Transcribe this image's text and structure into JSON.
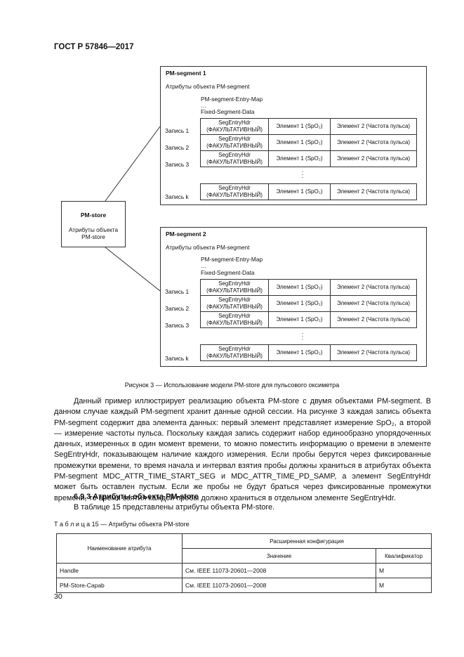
{
  "header": {
    "doc_id": "ГОСТ Р 57846—2017"
  },
  "figure": {
    "pm_store": {
      "title": "PM-store",
      "attrs_line1": "Атрибуты объекта",
      "attrs_line2": "PM-store"
    },
    "segments": [
      {
        "title": "PM-segment 1",
        "attrs_label": "Атрибуты объекта PM-segment",
        "entry_map": "PM-segment-Entry-Map",
        "ellipsis": "…",
        "fixed_data": "Fixed-Segment-Data",
        "rows": [
          {
            "label": "Запись 1",
            "hdr1": "SegEntryHdr",
            "hdr2": "(ФАКУЛЬТАТИВНЫЙ)",
            "el1": "Элемент 1 (SpO₂)",
            "el2": "Элемент 2 (Частота пульса)"
          },
          {
            "label": "Запись 2",
            "hdr1": "SegEntryHdr",
            "hdr2": "(ФАКУЛЬТАТИВНЫЙ)",
            "el1": "Элемент 1 (SpO₂)",
            "el2": "Элемент 2 (Частота пульса)"
          },
          {
            "label": "Запись 3",
            "hdr1": "SegEntryHdr",
            "hdr2": "(ФАКУЛЬТАТИВНЫЙ)",
            "el1": "Элемент 1 (SpO₂)",
            "el2": "Элемент 2 (Частота пульса)"
          },
          {
            "label": "Запись k",
            "hdr1": "SegEntryHdr",
            "hdr2": "(ФАКУЛЬТАТИВНЫЙ)",
            "el1": "Элемент 1 (SpO₂)",
            "el2": "Элемент 2 (Частота пульса)"
          }
        ]
      },
      {
        "title": "PM-segment 2",
        "attrs_label": "Атрибуты объекта PM-segment",
        "entry_map": "PM-segment-Entry-Map",
        "ellipsis": "…",
        "fixed_data": "Fixed-Segment-Data",
        "rows": [
          {
            "label": "Запись 1",
            "hdr1": "SegEntryHdr",
            "hdr2": "(ФАКУЛЬТАТИВНЫЙ)",
            "el1": "Элемент 1 (SpO₂)",
            "el2": "Элемент 2 (Частота пульса)"
          },
          {
            "label": "Запись 2",
            "hdr1": "SegEntryHdr",
            "hdr2": "(ФАКУЛЬТАТИВНЫЙ)",
            "el1": "Элемент 1 (SpO₂)",
            "el2": "Элемент 2 (Частота пульса)"
          },
          {
            "label": "Запись 3",
            "hdr1": "SegEntryHdr",
            "hdr2": "(ФАКУЛЬТАТИВНЫЙ)",
            "el1": "Элемент 1 (SpO₂)",
            "el2": "Элемент 2 (Частота пульса)"
          },
          {
            "label": "Запись k",
            "hdr1": "SegEntryHdr",
            "hdr2": "(ФАКУЛЬТАТИВНЫЙ)",
            "el1": "Элемент 1 (SpO₂)",
            "el2": "Элемент 2 (Частота пульса)"
          }
        ]
      }
    ],
    "caption": "Рисунок 3 — Использование модели PM-store для пульсового оксиметра"
  },
  "body": {
    "paragraph": "Данный пример иллюстрирует реализацию объекта PM-store с двумя объектами PM-segment. В данном случае каждый PM-segment хранит данные одной сессии. На рисунке 3 каждая запись объекта PM-segment содержит два элемента данных: первый элемент представляет измерение SpO₂, а второй — измерение частоты пульса. Поскольку каждая запись содержит набор единообразно упорядоченных данных, измеренных в один момент времени, то можно поместить информацию о времени в элементе SegEntryHdr, показывающем наличие каждого измерения. Если пробы берутся через фиксированные промежутки времени, то время начала и интервал взятия пробы должны храниться в атрибутах объекта PM-segment MDC_ATTR_TIME_START_SEG и MDC_ATTR_TIME_PD_SAMP, а элемент SegEntryHdr может быть оставлен пустым. Если же пробы не будут браться через фиксированные промежутки времени, то время взятия каждой пробы должно храниться в отдельном элементе SegEntryHdr.",
    "section_heading": "6.9.3 Атрибуты объекта PM-store",
    "section_text": "В таблице 15 представлены атрибуты объекта PM-store."
  },
  "table": {
    "caption": "Т а б л и ц а   15 — Атрибуты объекта PM-store",
    "col_name": "Наименование атрибута",
    "col_group": "Расширенная конфигурация",
    "col_value": "Значение",
    "col_qual": "Квалификатор",
    "rows": [
      {
        "name": "Handle",
        "value": "См. IEEE 11073-20601—2008",
        "qual": "M"
      },
      {
        "name": "PM-Store-Capab",
        "value": "См. IEEE 11073-20601—2008",
        "qual": "M"
      }
    ]
  },
  "footer": {
    "page_number": "30"
  }
}
